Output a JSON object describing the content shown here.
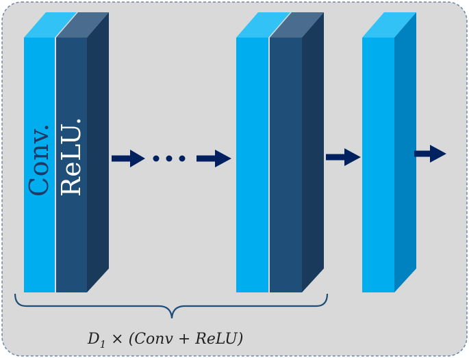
{
  "diagram": {
    "blocks": {
      "conv_label": "Conv.",
      "relu_label": "ReLU."
    },
    "ellipsis": "…",
    "formula": {
      "base": "D",
      "subscript": "1",
      "rest": " × (Conv + ReLU)"
    },
    "colors": {
      "panel_fill": "#d9d9d9",
      "panel_border": "#6a86aa",
      "conv_front": "#00aeef",
      "conv_top": "#33c2f5",
      "relu_front": "#1f4e79",
      "relu_top": "#4a6d8f",
      "side_dark": "#1a3a5c",
      "final_side": "#0082c0",
      "arrow": "#002060",
      "conv_text": "#1f3864",
      "relu_text": "#ffffff"
    }
  }
}
